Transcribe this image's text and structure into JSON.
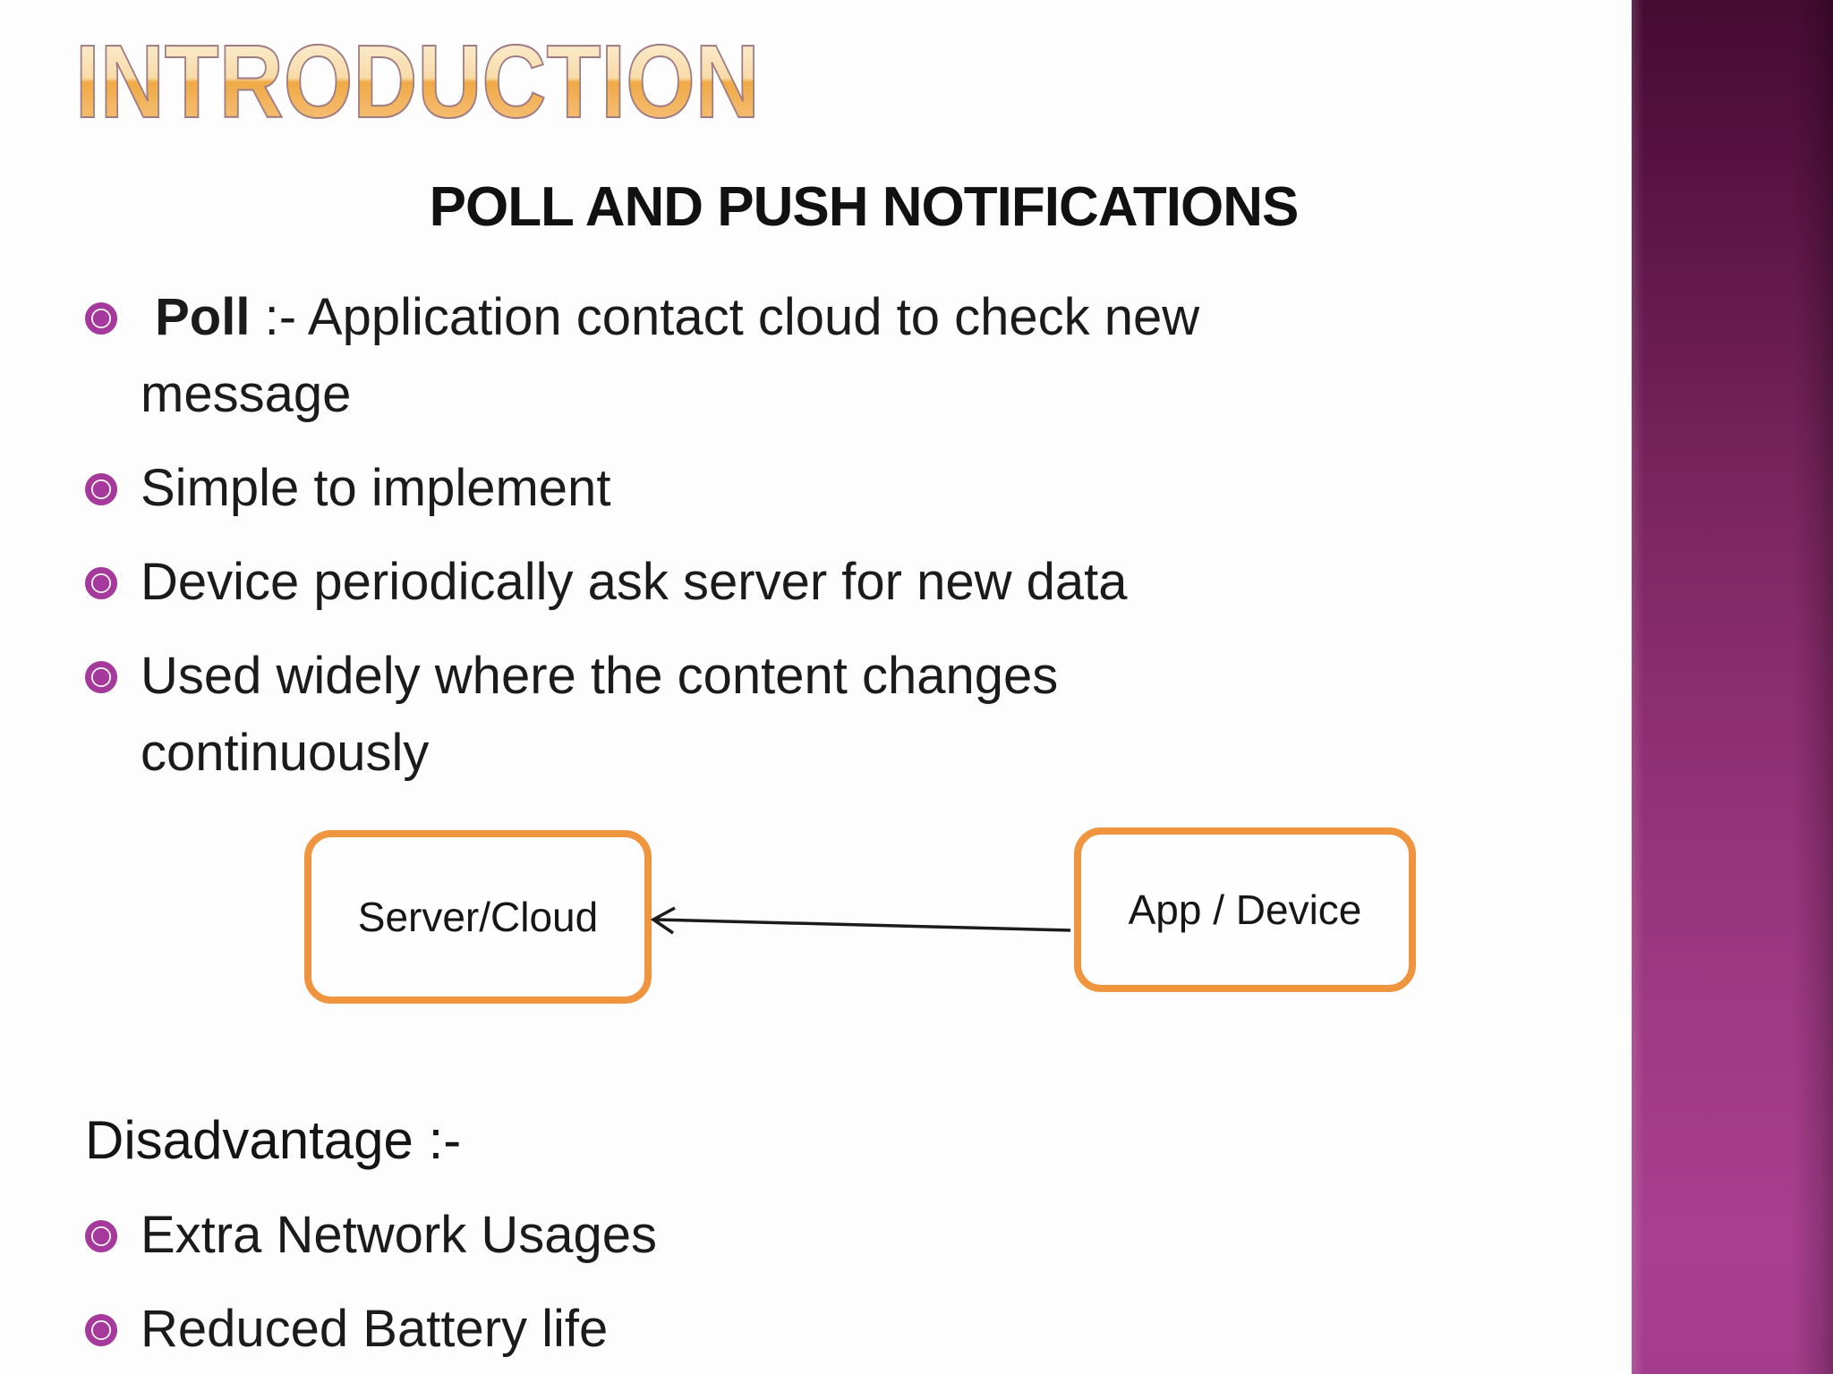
{
  "slide": {
    "title": "INTRODUCTION",
    "subtitle": "POLL AND PUSH NOTIFICATIONS"
  },
  "bullets": [
    {
      "lead": " Poll ",
      "rest": ":- Application contact cloud to check new\nmessage"
    },
    {
      "rest": "Simple to implement"
    },
    {
      "rest": "Device periodically ask server for new data"
    },
    {
      "rest": "Used widely where the content changes\ncontinuously"
    }
  ],
  "diagram": {
    "server_box_label": "Server/Cloud",
    "app_box_label": "App / Device",
    "arrow_direction": "app-device-to-server-cloud"
  },
  "disadvantage": {
    "heading": "Disadvantage :-",
    "items": [
      {
        "text": "Extra Network Usages"
      },
      {
        "text": "Reduced Battery life"
      }
    ]
  },
  "colors": {
    "box_border_orange": "#F0953F",
    "bullet_purple": "#A53A9C",
    "band_gradient_top": "#470B33",
    "band_gradient_bottom": "#A83E8E",
    "title_fill_top": "#FCF1DC",
    "title_fill_bottom": "#F3AE4E",
    "title_outline": "#9D7C85",
    "text_black": "#1B1B1B"
  }
}
